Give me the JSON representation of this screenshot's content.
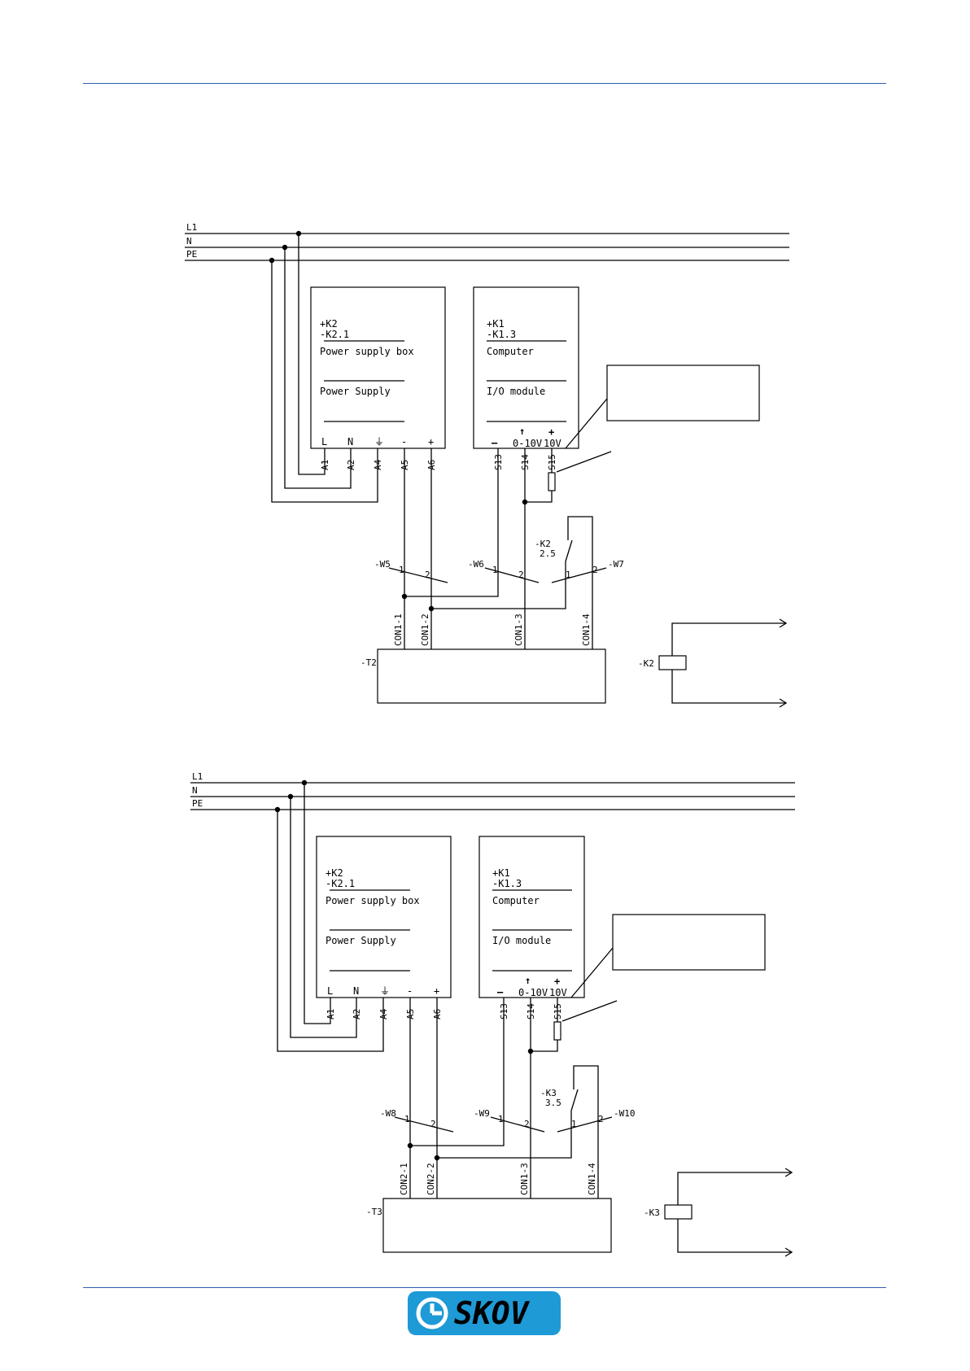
{
  "colors": {
    "rule": "#2f5fae",
    "logo": "#1e9ad6"
  },
  "logo": {
    "text": "SKOV"
  },
  "diagrams": [
    {
      "lines": [
        "L1",
        "N",
        "PE"
      ],
      "psu": {
        "title1": "+K2",
        "title2": "-K2.1",
        "label1": "Power supply box",
        "label2": "Power Supply",
        "terminals": [
          "L",
          "N",
          "⏚",
          "-",
          "+"
        ],
        "wires": [
          "A1",
          "A2",
          "A4",
          "A5",
          "A6"
        ]
      },
      "comp": {
        "title1": "+K1",
        "title2": "-K1.3",
        "label1": "Computer",
        "label2": "I/O module",
        "terminals": [
          "—",
          "↑",
          "0-10V",
          "+",
          "10V"
        ],
        "wires": [
          "S13",
          "S14",
          "S15"
        ]
      },
      "relay": {
        "name": "-K2",
        "sub": "2.5"
      },
      "cables": [
        "-W5",
        "-W6",
        "-W7"
      ],
      "con": [
        "CON1-1",
        "CON1-2",
        "CON1-3",
        "CON1-4"
      ],
      "device": "-T2",
      "coil": "-K2"
    },
    {
      "lines": [
        "L1",
        "N",
        "PE"
      ],
      "psu": {
        "title1": "+K2",
        "title2": "-K2.1",
        "label1": "Power supply box",
        "label2": "Power Supply",
        "terminals": [
          "L",
          "N",
          "⏚",
          "-",
          "+"
        ],
        "wires": [
          "A1",
          "A2",
          "A4",
          "A5",
          "A6"
        ]
      },
      "comp": {
        "title1": "+K1",
        "title2": "-K1.3",
        "label1": "Computer",
        "label2": "I/O module",
        "terminals": [
          "—",
          "↑",
          "0-10V",
          "+",
          "10V"
        ],
        "wires": [
          "S13",
          "S14",
          "S15"
        ]
      },
      "relay": {
        "name": "-K3",
        "sub": "3.5"
      },
      "cables": [
        "-W8",
        "-W9",
        "-W10"
      ],
      "con": [
        "CON2-1",
        "CON2-2",
        "CON1-3",
        "CON1-4"
      ],
      "device": "-T3",
      "coil": "-K3"
    }
  ]
}
